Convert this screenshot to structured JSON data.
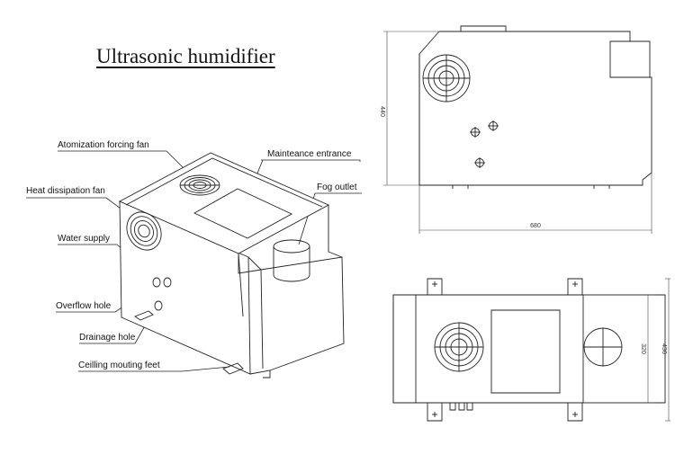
{
  "title": "Ultrasonic humidifier",
  "labels": {
    "atomization_fan": "Atomization forcing fan",
    "heat_fan": "Heat dissipation fan",
    "water_supply": "Water supply",
    "overflow_hole": "Overflow hole",
    "drainage_hole": "Drainage hole",
    "ceiling_feet": "Ceilling mouting feet",
    "maintenance": "Mainteance entrance",
    "fog_outlet": "Fog outlet"
  },
  "dimensions": {
    "height": "440",
    "length": "680",
    "width_inner": "320",
    "width_outer": "430"
  }
}
